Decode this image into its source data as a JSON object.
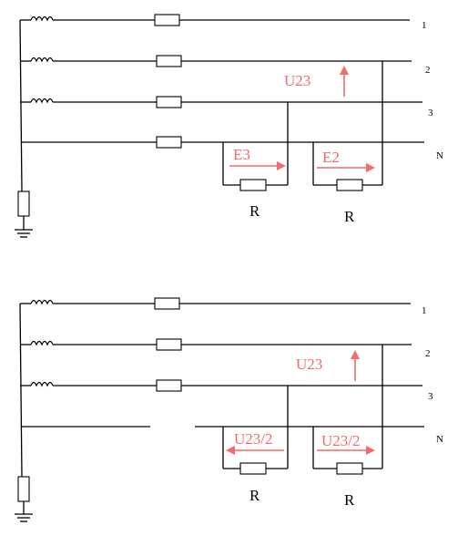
{
  "colors": {
    "line": "#000000",
    "accent": "#f26a6a",
    "background": "#ffffff"
  },
  "top": {
    "phase_labels": [
      "1",
      "2",
      "3",
      "N"
    ],
    "voltage_label": "U23",
    "load_arrow_labels": [
      "E3",
      "E2"
    ],
    "resistor_labels": [
      "R",
      "R"
    ]
  },
  "bottom": {
    "phase_labels": [
      "1",
      "2",
      "3",
      "N"
    ],
    "voltage_label": "U23",
    "load_arrow_labels": [
      "U23/2",
      "U23/2"
    ],
    "resistor_labels": [
      "R",
      "R"
    ]
  }
}
